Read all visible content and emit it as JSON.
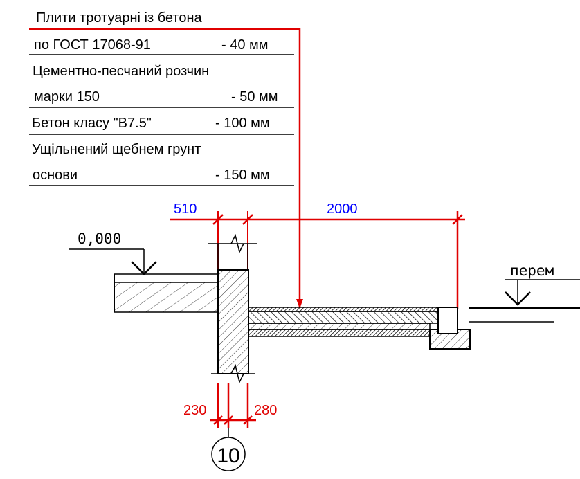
{
  "layers": [
    "Плити тротуарні із бетона",
    "по ГОСТ 17068-91",
    "Цементно-песчаний розчин",
    "марки 150",
    "Бетон класу \"B7.5\"",
    "Ущільнений щебнем грунт",
    "основи"
  ],
  "thickness": {
    "tiles": "-   40 мм",
    "mortar": "-  50 мм",
    "concrete": "- 100 мм",
    "base": "- 150 мм"
  },
  "dims": {
    "d510": "510",
    "d2000": "2000",
    "d230": "230",
    "d280": "280"
  },
  "levels": {
    "floor": "0,000",
    "right": "перем"
  },
  "axis": "10",
  "colors": {
    "dimension": "#ff0000",
    "dimension_text": "#0000ff",
    "line": "#000000"
  }
}
